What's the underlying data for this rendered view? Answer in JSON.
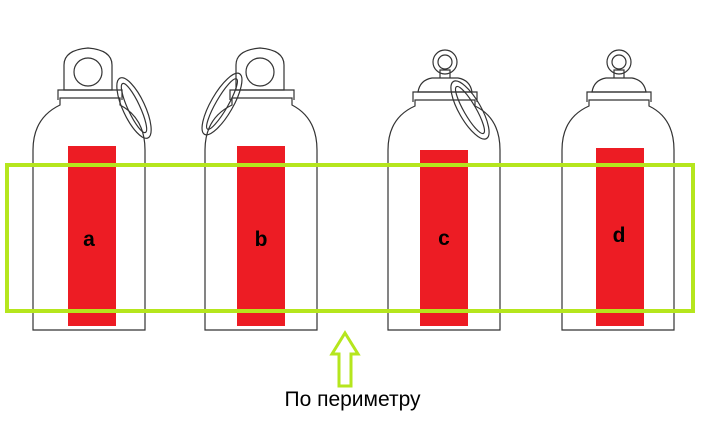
{
  "bottles": [
    {
      "id": "a",
      "label": "a",
      "cap_style": "flip-cap-right-carabiner"
    },
    {
      "id": "b",
      "label": "b",
      "cap_style": "flip-cap-left-carabiner"
    },
    {
      "id": "c",
      "label": "c",
      "cap_style": "ring-cap-right-carabiner"
    },
    {
      "id": "d",
      "label": "d",
      "cap_style": "ring-cap"
    }
  ],
  "caption": "По периметру",
  "colors": {
    "print_zone": "#ed1c24",
    "perimeter_frame": "#b5e61d",
    "outline": "#333333",
    "letter": "#000000"
  },
  "icons": {
    "pointer": "up-arrow-outline-icon"
  }
}
